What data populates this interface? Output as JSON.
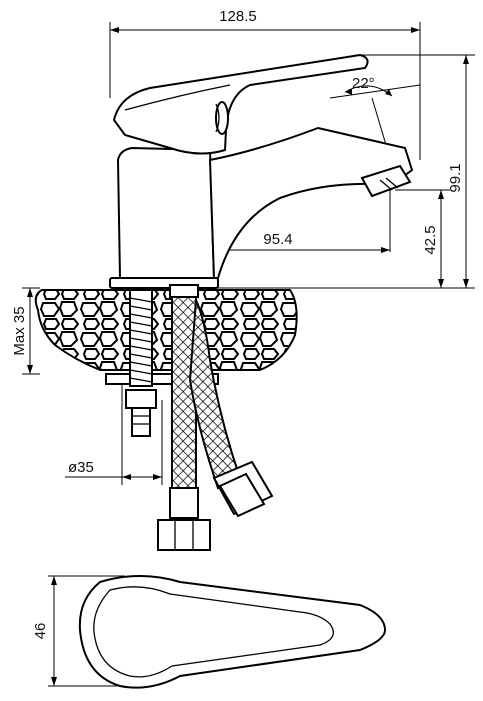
{
  "dimensions": {
    "overall_length": "128.5",
    "overall_height": "99.1",
    "spout_angle": "22°",
    "spout_height": "42.5",
    "spout_reach": "95.4",
    "max_countertop": "Max 35",
    "mount_diameter": "ø35",
    "handle_width": "46"
  },
  "colors": {
    "line": "#000000",
    "background": "#ffffff"
  }
}
